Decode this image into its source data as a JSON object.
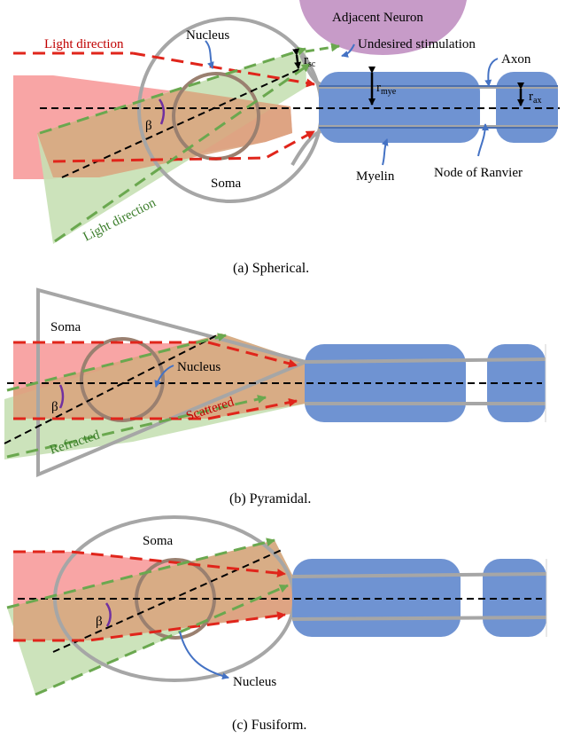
{
  "colors": {
    "red_beam": "#f8a0a0",
    "green_beam": "#c6e0b4",
    "overlap": "#d9a37c",
    "red_arrow": "#e0251b",
    "green_arrow": "#6aa84f",
    "soma_outline": "#a6a6a6",
    "nucleus": "#9a8070",
    "myelin": "#6f93d2",
    "axon_line": "#4a6fb0",
    "adjacent": "#c79bc8",
    "pointer": "#4472c4",
    "beta_arc": "#7030a0"
  },
  "panel_a": {
    "light_direction_red": "Light direction",
    "light_direction_green": "Light direction",
    "nucleus": "Nucleus",
    "adjacent_neuron": "Adjacent Neuron",
    "undesired": "Undesired stimulation",
    "axon": "Axon",
    "r_sc_main": "r",
    "r_sc_sub": "sc",
    "r_mye_main": "r",
    "r_mye_sub": "mye",
    "r_ax_main": "r",
    "r_ax_sub": "ax",
    "beta": "β",
    "soma": "Soma",
    "myelin": "Myelin",
    "node": "Node of Ranvier",
    "caption": "(a)  Spherical."
  },
  "panel_b": {
    "soma": "Soma",
    "nucleus": "Nucleus",
    "beta": "β",
    "scattered": "Scattered",
    "refracted": "Refracted",
    "caption": "(b)  Pyramidal."
  },
  "panel_c": {
    "soma": "Soma",
    "beta": "β",
    "nucleus": "Nucleus",
    "caption": "(c)  Fusiform."
  }
}
